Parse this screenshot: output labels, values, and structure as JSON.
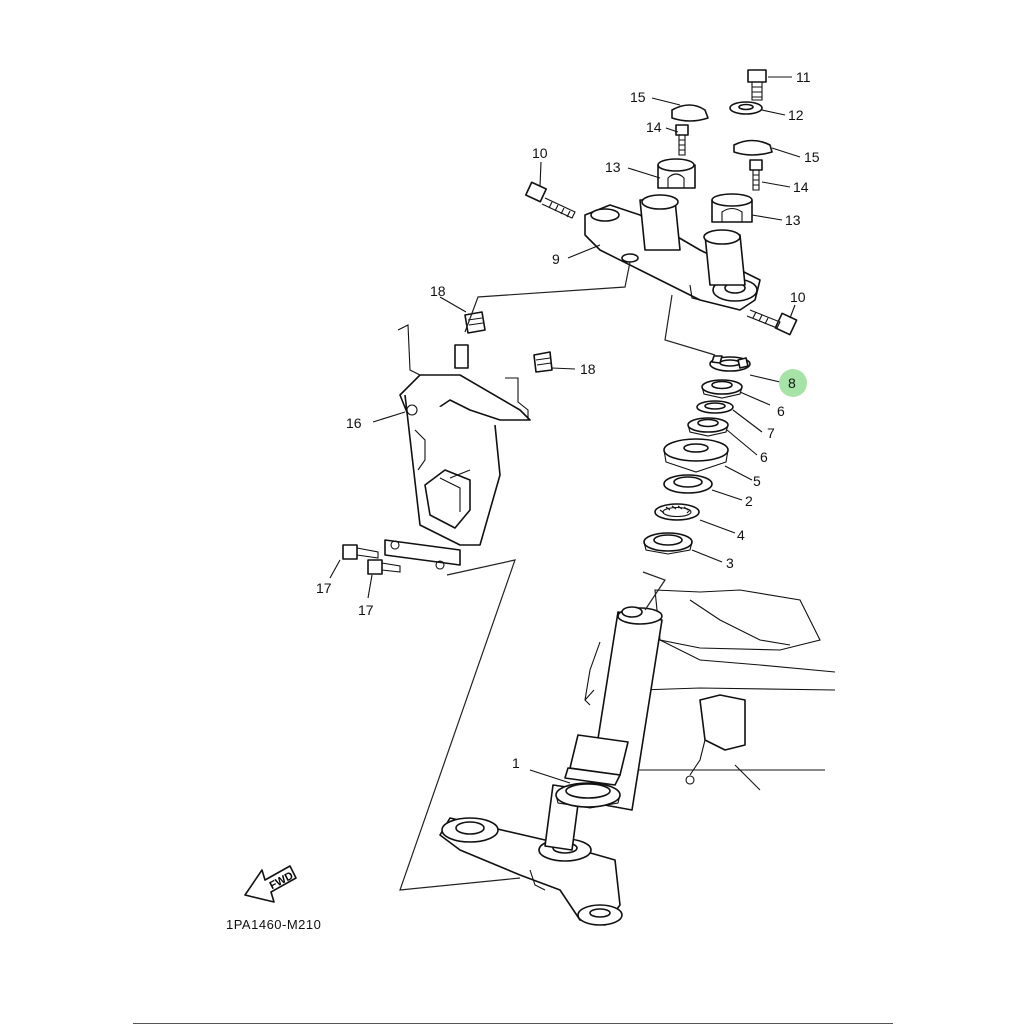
{
  "diagram": {
    "code": "1PA1460-M210",
    "fwd_label": "FWD",
    "highlight_color": "#a6e3a6",
    "labels": {
      "c1": "1",
      "c2": "2",
      "c3": "3",
      "c4": "4",
      "c5": "5",
      "c6a": "6",
      "c6b": "6",
      "c7": "7",
      "c8": "8",
      "c9": "9",
      "c10a": "10",
      "c10b": "10",
      "c11": "11",
      "c12": "12",
      "c13a": "13",
      "c13b": "13",
      "c14a": "14",
      "c14b": "14",
      "c15a": "15",
      "c15b": "15",
      "c16": "16",
      "c17a": "17",
      "c17b": "17",
      "c18a": "18",
      "c18b": "18"
    }
  }
}
